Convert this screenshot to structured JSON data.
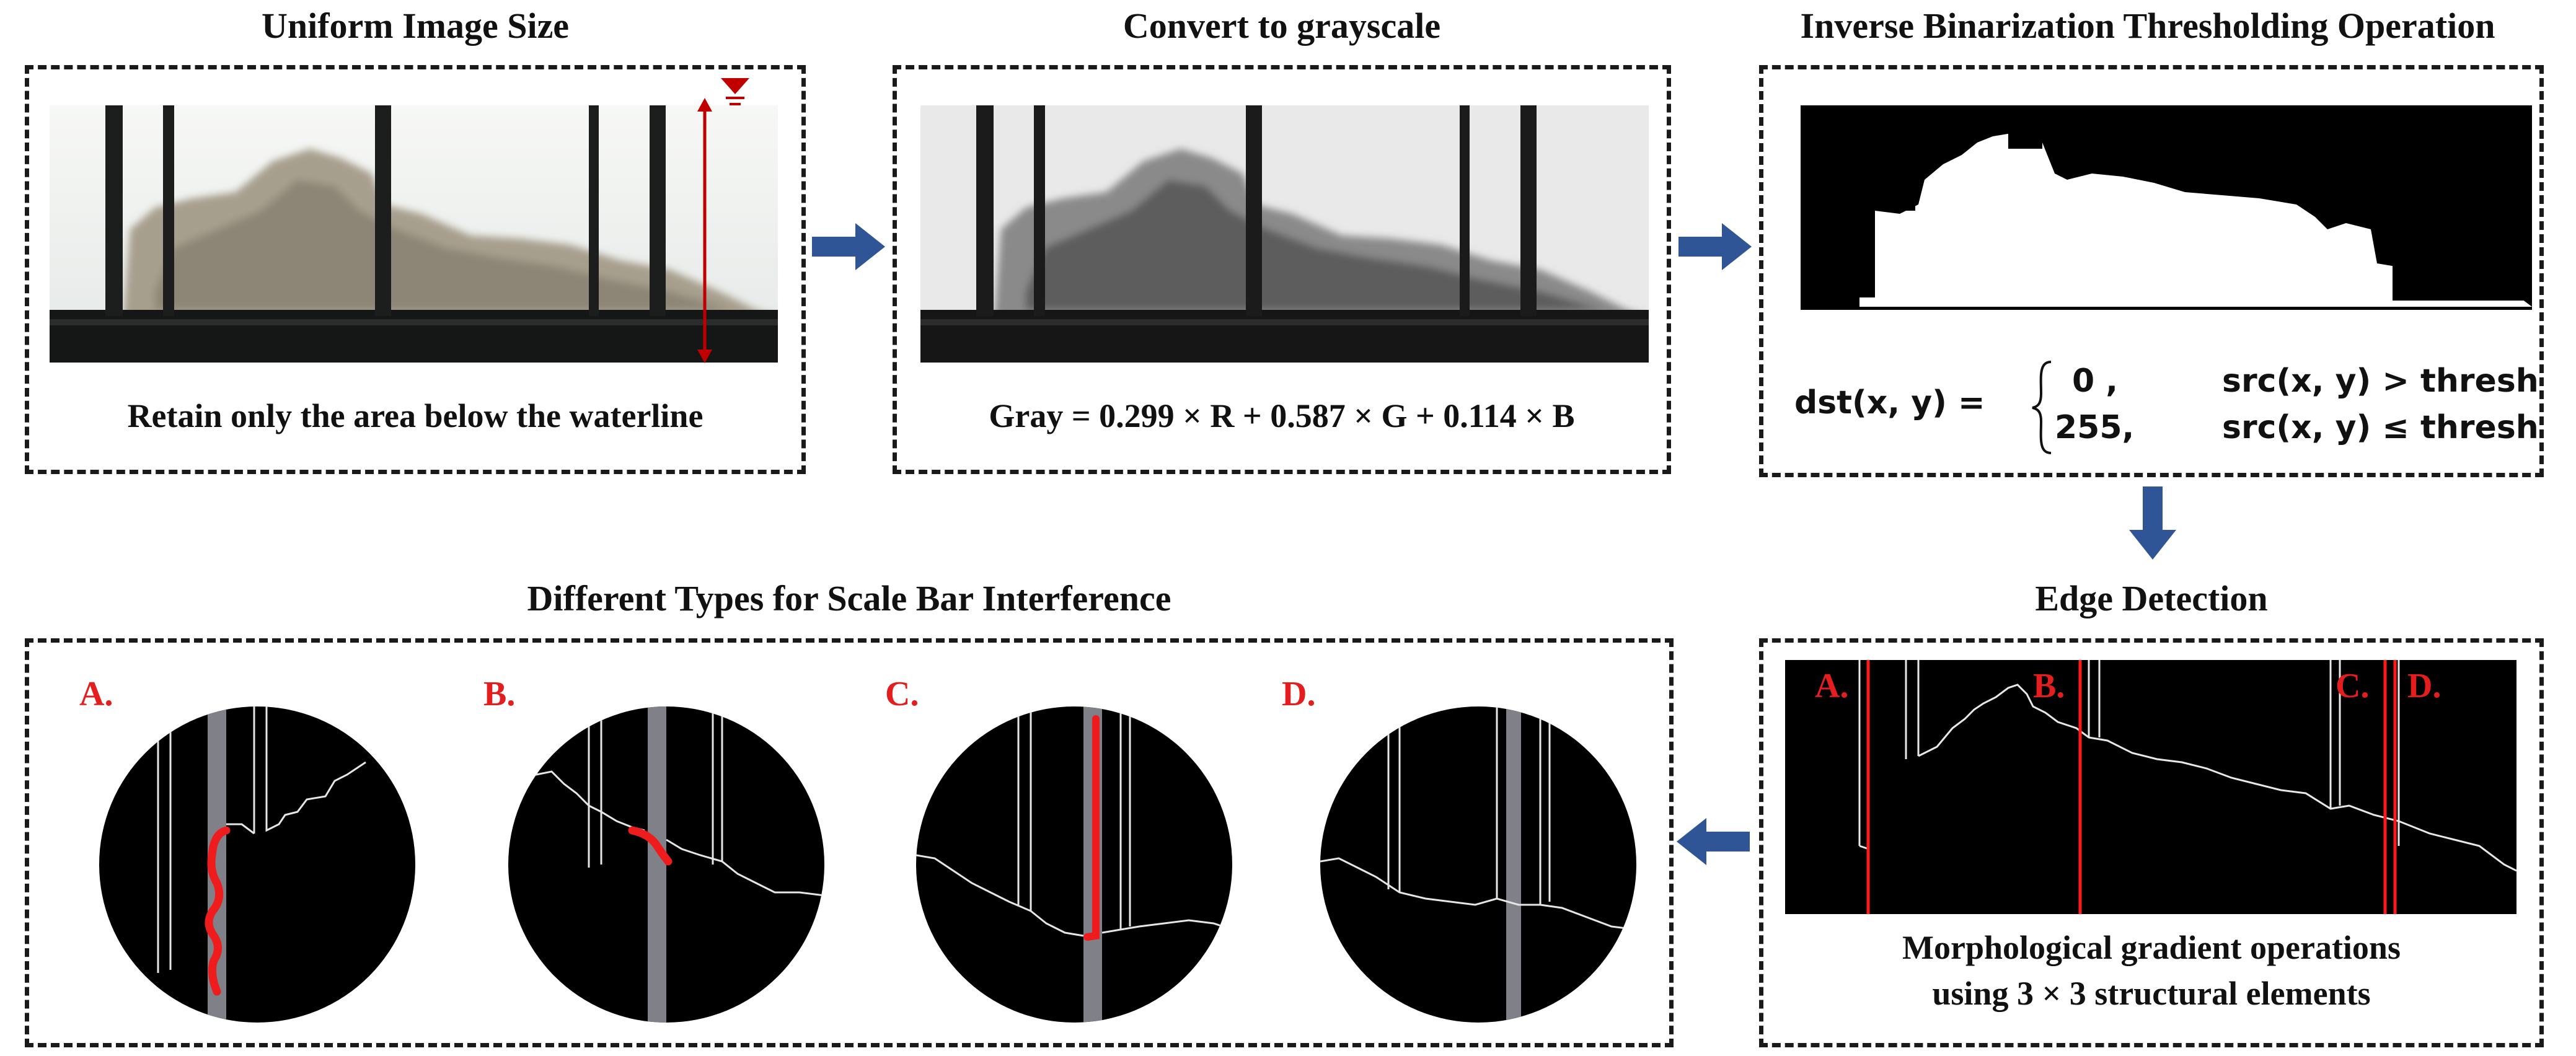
{
  "panels": {
    "step1": {
      "title": "Uniform Image Size",
      "caption": "Retain only the area below the waterline"
    },
    "step2": {
      "title": "Convert to grayscale",
      "caption": "Gray = 0.299 × R + 0.587 × G + 0.114 × B"
    },
    "step3": {
      "title": "Inverse Binarization  Thresholding Operation",
      "formula": {
        "lhs": "dst(x, y) =",
        "case1_value": "0 ,",
        "case1_condition": "src(x, y) > thresh",
        "case2_value": "255,",
        "case2_condition": "src(x, y) ≤ thresh"
      }
    },
    "step4": {
      "title": "Edge Detection",
      "caption_line1": "Morphological gradient operations",
      "caption_line2": "using 3 × 3 structural elements",
      "markers": [
        "A.",
        "B.",
        "C.",
        "D."
      ]
    },
    "step5": {
      "title": "Different Types for Scale Bar Interference",
      "cases": [
        "A.",
        "B.",
        "C.",
        "D."
      ]
    }
  },
  "colors": {
    "flow_arrow": "#2f5597",
    "marker_red": "#e41e1e",
    "scale_bar_gray": "#7f8088",
    "waterline_red": "#c00000"
  }
}
